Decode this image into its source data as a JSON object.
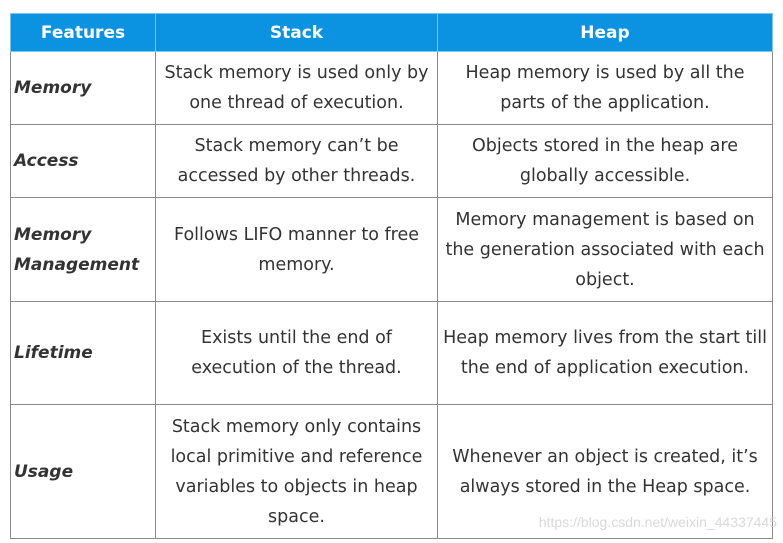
{
  "table": {
    "headers": [
      "Features",
      "Stack",
      "Heap"
    ],
    "rows": [
      {
        "feature": "Memory",
        "stack": "Stack memory is used only by one thread of execution.",
        "heap": "Heap memory is used by all the parts of the application."
      },
      {
        "feature": "Access",
        "stack": "Stack memory can’t be accessed by other threads.",
        "heap": "Objects stored in the heap are globally accessible."
      },
      {
        "feature": "Memory Management",
        "stack": "Follows LIFO manner to free memory.",
        "heap": "Memory management is based on the generation associated with each object."
      },
      {
        "feature": "Lifetime",
        "stack": "Exists until the end of execution of the thread.",
        "heap": "Heap memory lives from the start till the end of application execution."
      },
      {
        "feature": "Usage",
        "stack": "Stack memory only contains local primitive and reference variables to objects in heap space.",
        "heap": "Whenever an object is created, it’s always stored in the Heap space."
      }
    ]
  },
  "watermark": "https://blog.csdn.net/weixin_44337445",
  "colors": {
    "header_bg": "#0b93e1",
    "header_text": "#ffffff",
    "body_text": "#333333",
    "border": "#8a8a8a"
  }
}
